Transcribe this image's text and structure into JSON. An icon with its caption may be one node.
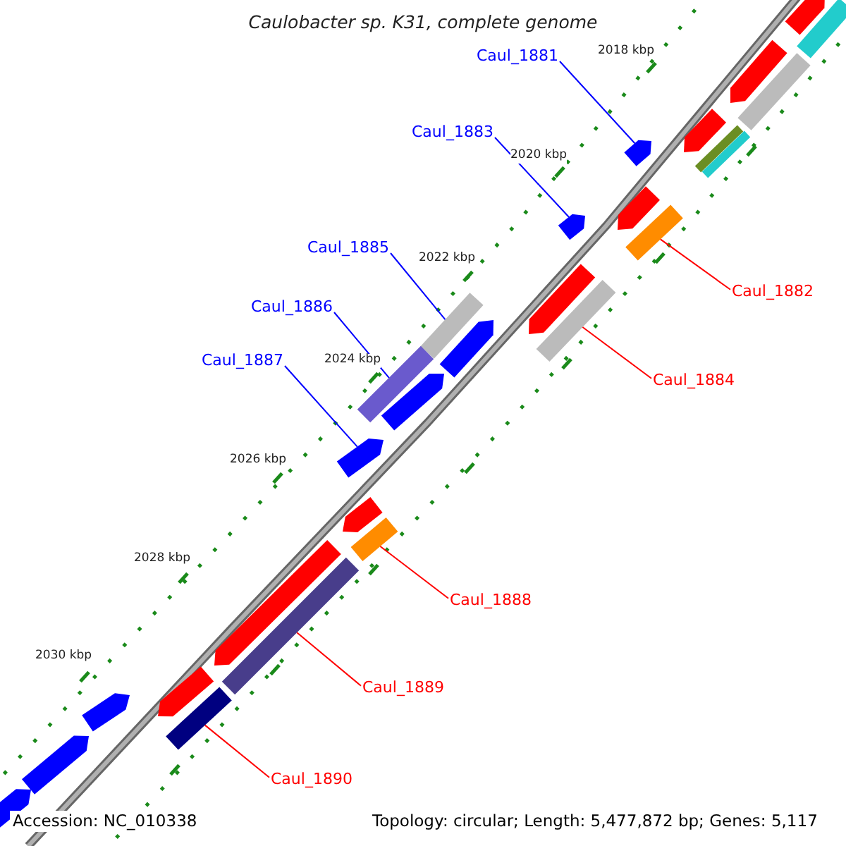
{
  "diagram": {
    "title": "Caulobacter sp. K31, complete genome",
    "nodes": [
      {
        "text": [
          "Caul_1881"
        ]
      },
      {
        "text": [],
        "shape": "bar"
      },
      {
        "text": [
          "Caul_1883"
        ]
      },
      {
        "text": [],
        "shape": "bar"
      },
      {
        "text": [
          "Caul_1882"
        ]
      },
      {
        "text": [],
        "shape": "bar"
      },
      {
        "text": [
          "Caul_1885"
        ]
      },
      {
        "text": [],
        "shape": "bar"
      },
      {
        "text": [
          "Caul_1884"
        ]
      },
      {
        "text": [],
        "shape": "bar"
      },
      {
        "text": [
          "Caul_1886"
        ]
      },
      {
        "text": [],
        "shape": "bar"
      },
      {
        "text": [
          "Caul_1887"
        ]
      },
      {
        "text": [],
        "shape": "bar"
      },
      {
        "text": [
          "Caul_1888"
        ]
      },
      {
        "text": [],
        "shape": "bar"
      },
      {
        "text": [
          "Caul_1889"
        ]
      },
      {
        "text": [],
        "shape": "bar"
      },
      {
        "text": [
          "Caul_1890"
        ]
      },
      {
        "text": [],
        "shape": "bar"
      },
      {
        "text": [],
        "shape": "bar"
      },
      {
        "text": [],
        "shape": "bar"
      },
      {
        "text": [],
        "shape": "bar"
      },
      {
        "text": [],
        "shape": "bar"
      },
      {
        "text": [],
        "shape": "bar"
      },
      {
        "text": [],
        "shape": "bar"
      },
      {
        "text": [],
        "shape": "bar"
      },
      {
        "text": [],
        "shape": "bar"
      },
      {
        "text": [],
        "shape": "bar"
      },
      {
        "text": [],
        "shape": "bar"
      },
      {
        "text": [],
        "shape": "bar"
      },
      {
        "text": [],
        "shape": "bar"
      },
      {
        "text": [],
        "shape": "bar"
      },
      {
        "text": [],
        "shape": "bar"
      },
      {
        "text": [],
        "shape": "bar"
      },
      {
        "text": [],
        "shape": "bar"
      },
      {
        "text": [],
        "shape": "bar"
      }
    ],
    "edges": [
      {
        "from": 0,
        "to": 1,
        "arrow": "none"
      },
      {
        "from": 2,
        "to": 3,
        "arrow": "none"
      },
      {
        "from": 4,
        "to": 5,
        "arrow": "none",
        "color": "#ff0000"
      },
      {
        "from": 6,
        "to": 7,
        "arrow": "none"
      },
      {
        "from": 8,
        "to": 9,
        "arrow": "none",
        "color": "#ff0000"
      },
      {
        "from": 10,
        "to": 11,
        "arrow": "none"
      },
      {
        "from": 12,
        "to": 13,
        "arrow": "none"
      },
      {
        "from": 14,
        "to": 15,
        "arrow": "none",
        "color": "#ff0000"
      },
      {
        "from": 16,
        "to": 17,
        "arrow": "none",
        "color": "#ff0000"
      },
      {
        "from": 18,
        "to": 19,
        "arrow": "none",
        "color": "#ff0000"
      }
    ],
    "labels": [
      "2018 kbp",
      "2020 kbp",
      "2022 kbp",
      "2024 kbp",
      "2026 kbp",
      "2028 kbp",
      "2030 kbp",
      "Accession: NC_010338",
      "Topology: circular; Length: 5,477,872 bp; Genes: 5,117"
    ]
  }
}
